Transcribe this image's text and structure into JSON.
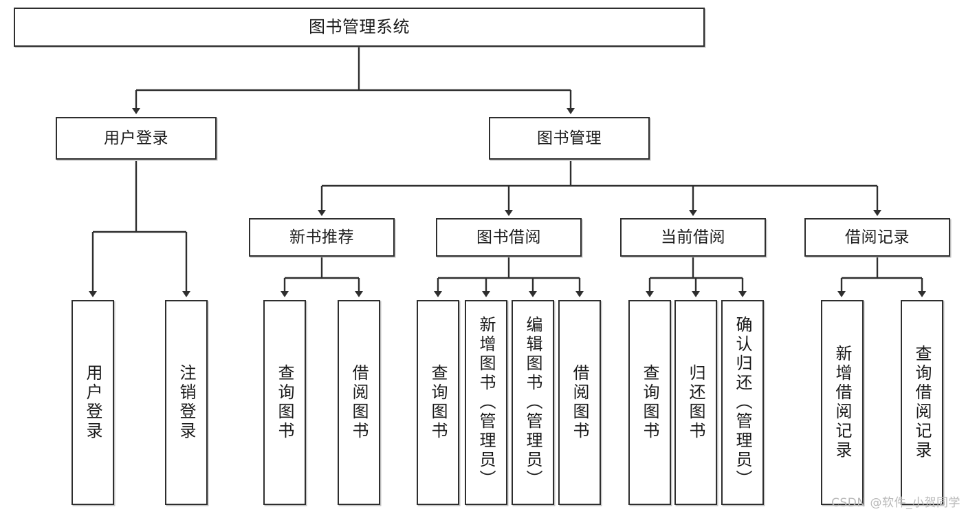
{
  "diagram": {
    "title_node": {
      "label": "图书管理系统"
    },
    "level2": [
      {
        "label": "用户登录"
      },
      {
        "label": "图书管理"
      }
    ],
    "level3": [
      {
        "label": "新书推荐"
      },
      {
        "label": "图书借阅"
      },
      {
        "label": "当前借阅"
      },
      {
        "label": "借阅记录"
      }
    ],
    "leaves": {
      "user_login": [
        {
          "label": "用户登录"
        },
        {
          "label": "注销登录"
        }
      ],
      "new_book_recommend": [
        {
          "label": "查询图书"
        },
        {
          "label": "借阅图书"
        }
      ],
      "book_borrow": [
        {
          "label": "查询图书"
        },
        {
          "label": "新增图书（管理员）"
        },
        {
          "label": "编辑图书（管理员）"
        },
        {
          "label": "借阅图书"
        }
      ],
      "current_borrow": [
        {
          "label": "查询图书"
        },
        {
          "label": "归还图书"
        },
        {
          "label": "确认归还（管理员）"
        }
      ],
      "borrow_records": [
        {
          "label": "新增借阅记录"
        },
        {
          "label": "查询借阅记录"
        }
      ]
    },
    "watermark": "CSDN @软件_小贺同学",
    "colors": {
      "border": "#2e2e2e",
      "text": "#1a1a1a",
      "background": "#ffffff",
      "watermark": "#b9b9b9"
    }
  }
}
